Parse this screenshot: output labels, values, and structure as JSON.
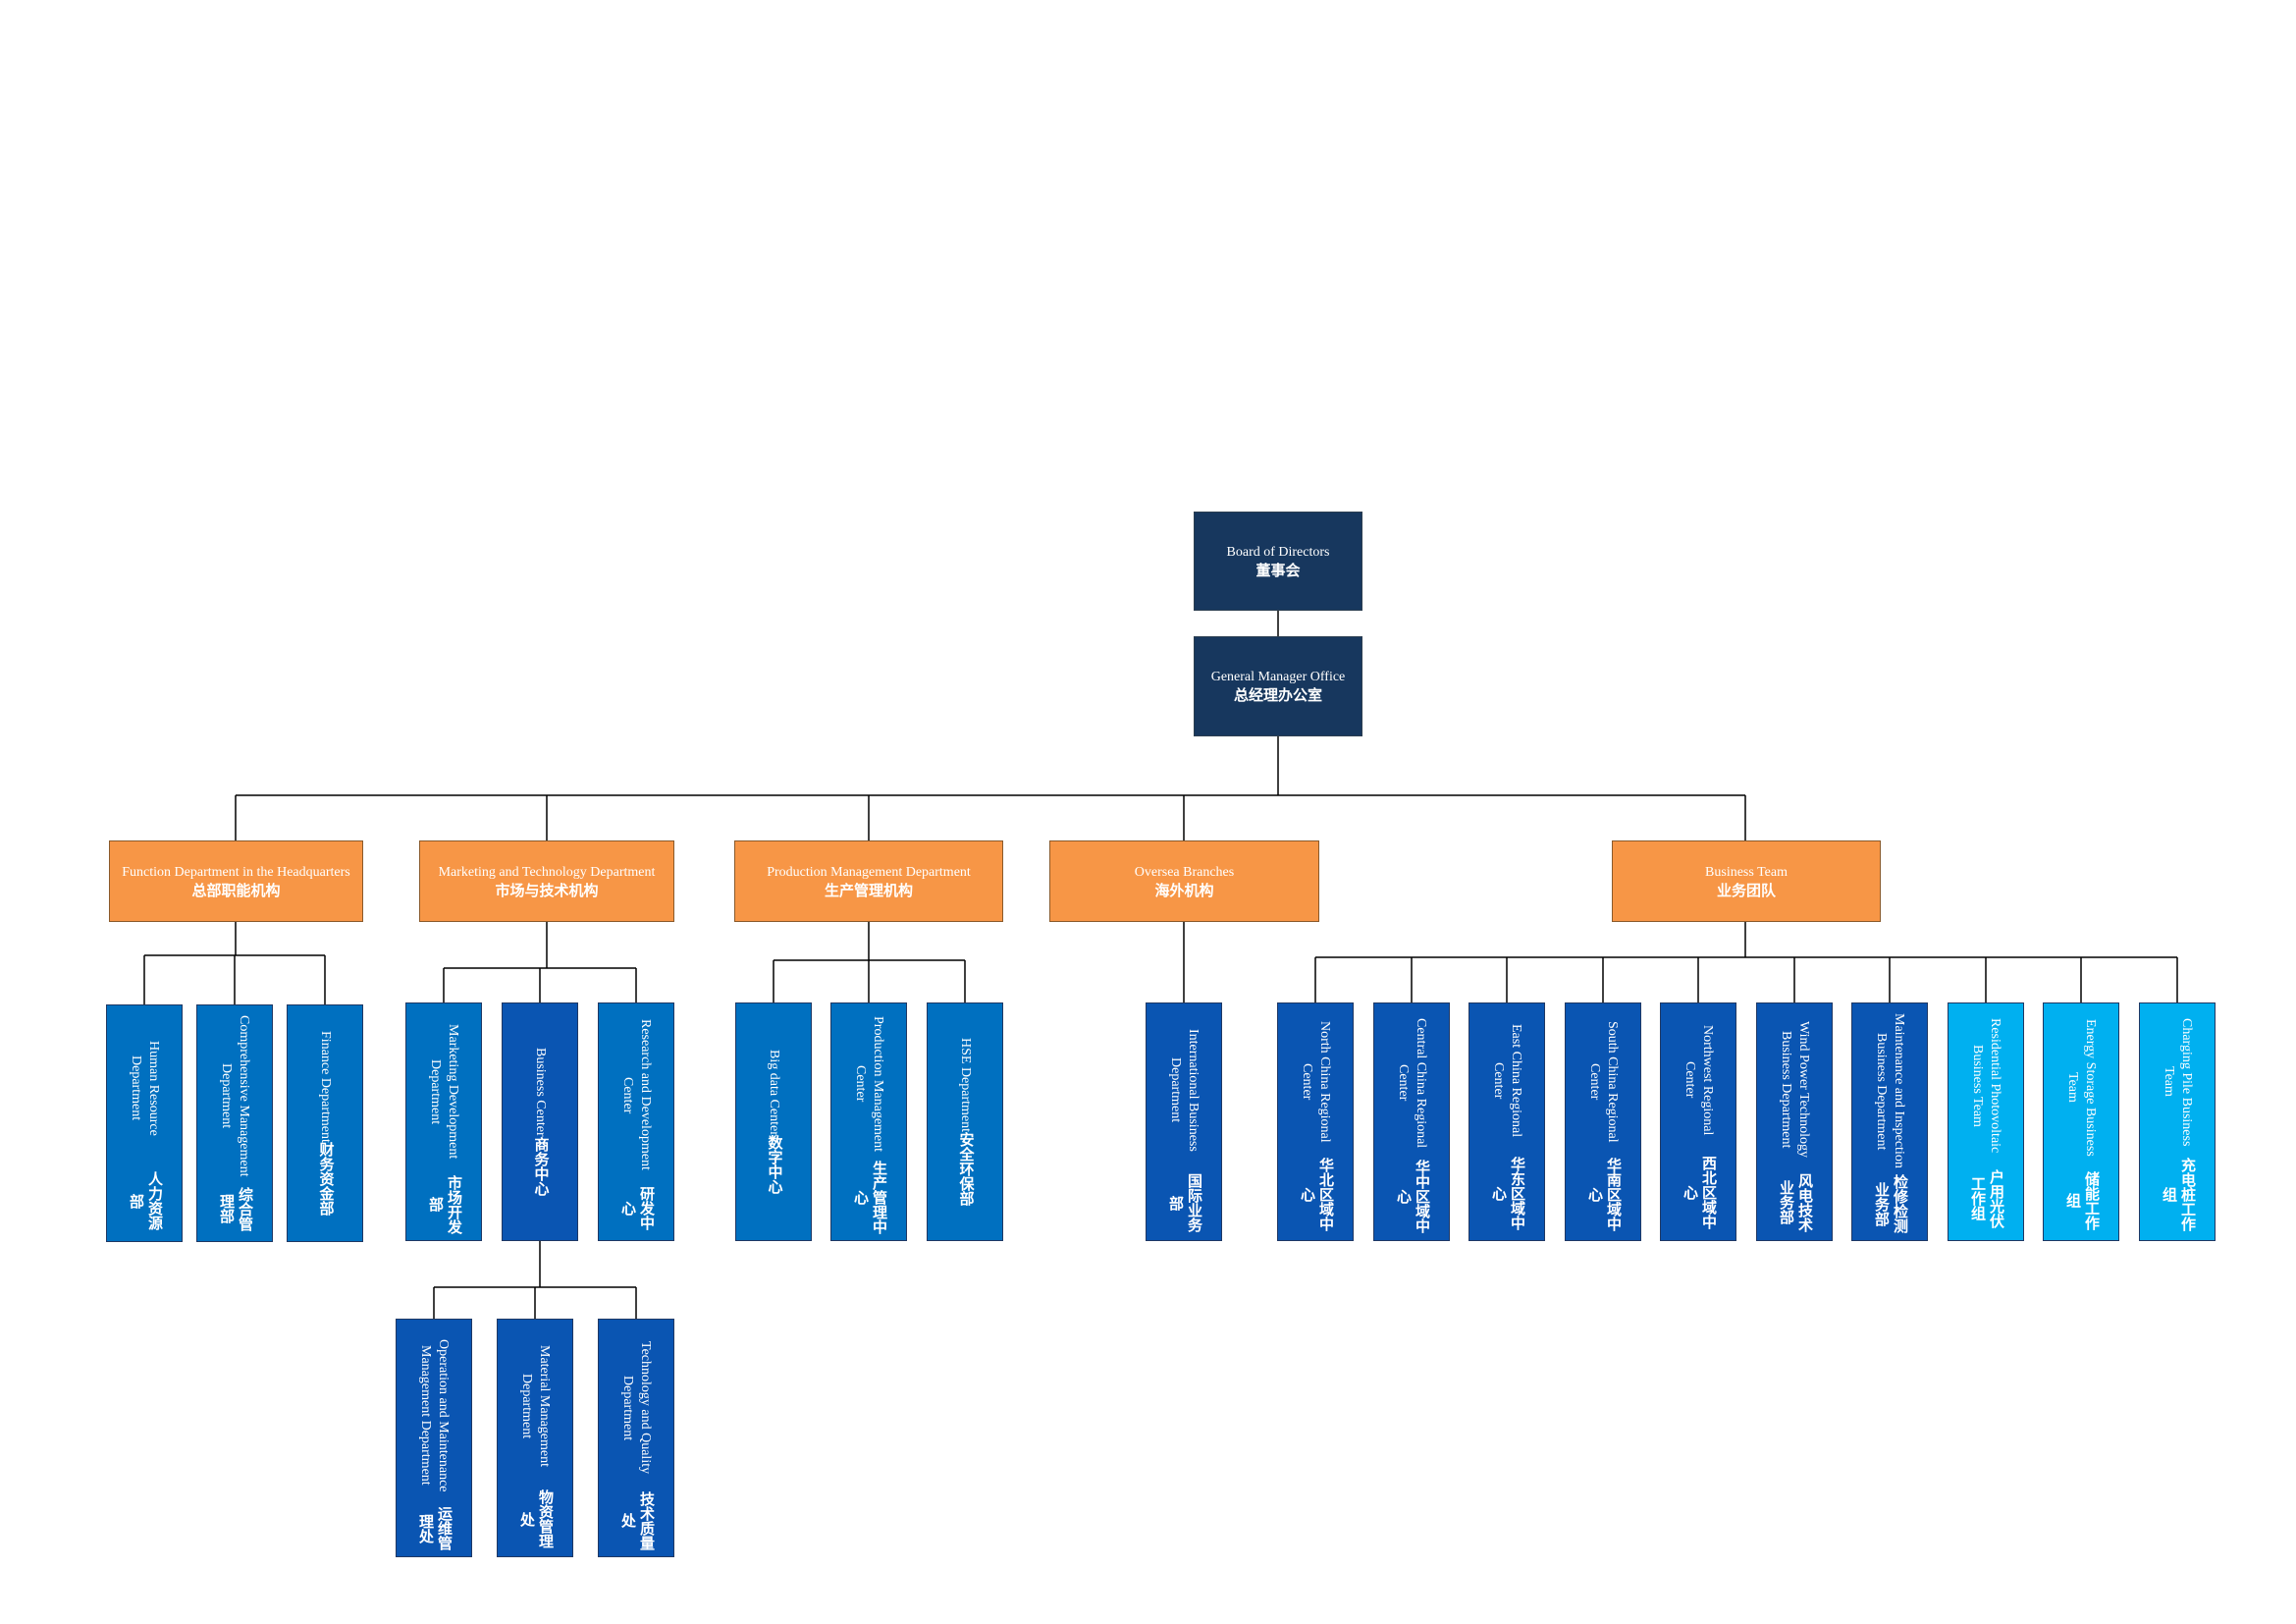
{
  "board": {
    "en": "Board of Directors",
    "zh": "董事会"
  },
  "gm_office": {
    "en": "General Manager Office",
    "zh": "总经理办公室"
  },
  "categories": [
    {
      "en": "Function Department in the Headquarters",
      "zh": "总部职能机构"
    },
    {
      "en": "Marketing and Technology Department",
      "zh": "市场与技术机构"
    },
    {
      "en": "Production Management Department",
      "zh": "生产管理机构"
    },
    {
      "en": "Oversea Branches",
      "zh": "海外机构"
    },
    {
      "en": "Business Team",
      "zh": "业务团队"
    }
  ],
  "function_depts": [
    {
      "en": "Human Resource Department",
      "zh": "人力资源部"
    },
    {
      "en": "Comprehensive Management Department",
      "zh": "综合管理部"
    },
    {
      "en": "Finance Department",
      "zh": "财务资金部"
    }
  ],
  "marketing_tech": [
    {
      "en": "Marketing Development Department",
      "zh": "市场开发部"
    },
    {
      "en": "Business Center",
      "zh": "商务中心"
    },
    {
      "en": "Research and Development Center",
      "zh": "研发中心"
    }
  ],
  "business_center_units": [
    {
      "en": "Operation and Maintenance Management Department",
      "zh": "运维管理处"
    },
    {
      "en": "Material Management Department",
      "zh": "物资管理处"
    },
    {
      "en": "Technology and Quality Department",
      "zh": "技术质量处"
    }
  ],
  "production": [
    {
      "en": "Big data Center",
      "zh": "数字中心"
    },
    {
      "en": "Production Management Center",
      "zh": "生产管理中心"
    },
    {
      "en": "HSE Department",
      "zh": "安全环保部"
    }
  ],
  "oversea": [
    {
      "en": "International Business Department",
      "zh": "国际业务部"
    }
  ],
  "business_team": [
    {
      "en": "North China Regional Center",
      "zh": "华北区域中心"
    },
    {
      "en": "Central China Regional Center",
      "zh": "华中区域中心"
    },
    {
      "en": "East China Regional Center",
      "zh": "华东区域中心"
    },
    {
      "en": "South China Regional Center",
      "zh": "华南区域中心"
    },
    {
      "en": "Northwest Regional Center",
      "zh": "西北区域中心"
    },
    {
      "en": "Wind Power Technology Business Department",
      "zh": "风电技术业务部"
    },
    {
      "en": "Maintenance and Inspection Business Department",
      "zh": "检修检测业务部"
    },
    {
      "en": "Residential Photovoltaic Business Team",
      "zh": "户用光伏工作组"
    },
    {
      "en": "Energy Storage Business Team",
      "zh": "储能工作组"
    },
    {
      "en": "Charging Pile Business Team",
      "zh": "充电桩工作组"
    }
  ],
  "colors": {
    "top": "#17375e",
    "category": "#f79646",
    "unit_mid": "#0070c0",
    "unit_dark": "#0a55b2",
    "unit_light": "#00b0f0",
    "line": "#000000"
  }
}
